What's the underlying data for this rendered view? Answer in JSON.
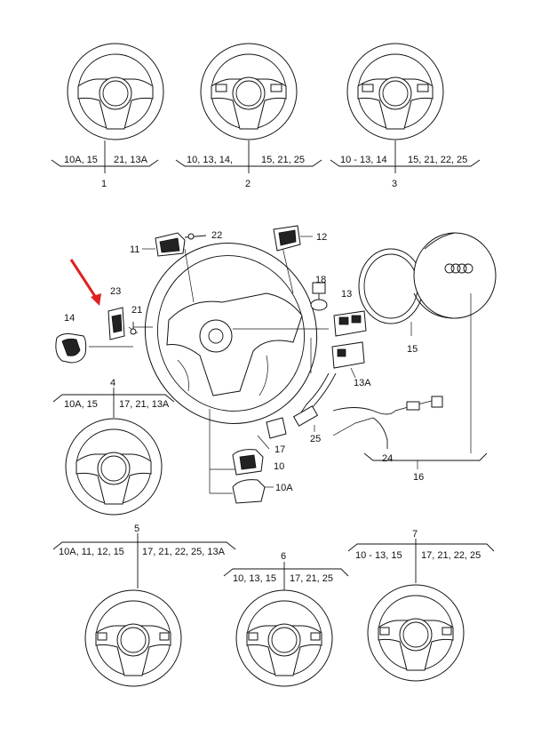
{
  "variants": [
    {
      "id": "1",
      "left": "10A, 15",
      "right": "21, 13A"
    },
    {
      "id": "2",
      "left": "10, 13, 14,",
      "right": "15, 21, 25"
    },
    {
      "id": "3",
      "left": "10 - 13, 14",
      "right": "15, 21, 22, 25"
    },
    {
      "id": "4",
      "left": "10A, 15",
      "right": "17, 21, 13A"
    },
    {
      "id": "5",
      "left": "10A, 11, 12, 15",
      "right": "17, 21, 22, 25, 13A"
    },
    {
      "id": "6",
      "left": "10, 13, 15",
      "right": "17, 21, 25"
    },
    {
      "id": "7",
      "left": "10 - 13, 15",
      "right": "17, 21, 22, 25"
    }
  ],
  "callouts": {
    "p10": "10",
    "p10A": "10A",
    "p11": "11",
    "p12": "12",
    "p13": "13",
    "p13A": "13A",
    "p14": "14",
    "p15": "15",
    "p16": "16",
    "p17": "17",
    "p18": "18",
    "p21": "21",
    "p22": "22",
    "p23": "23",
    "p24": "24",
    "p25": "25"
  },
  "colors": {
    "line": "#111111",
    "arrow": "#e02020",
    "background": "#ffffff"
  }
}
